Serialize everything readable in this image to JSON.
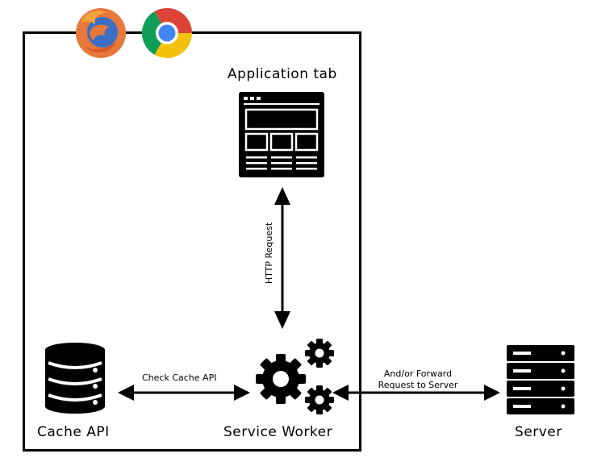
{
  "diagram": {
    "nodes": {
      "application_tab": {
        "label": "Application tab"
      },
      "cache_api": {
        "label": "Cache API"
      },
      "service_worker": {
        "label": "Service Worker"
      },
      "server": {
        "label": "Server"
      }
    },
    "edges": {
      "http_request": {
        "label": "HTTP Request"
      },
      "check_cache": {
        "label": "Check Cache API"
      },
      "forward": {
        "line1": "And/or Forward",
        "line2": "Request to Server"
      }
    },
    "browser_logos": [
      "firefox-logo",
      "chrome-logo"
    ],
    "colors": {
      "stroke": "#000000",
      "firefox_orange": "#e8773a",
      "firefox_blue": "#3a6fc4",
      "chrome_red": "#db4437",
      "chrome_yellow": "#f4c20d",
      "chrome_green": "#0f9d58",
      "chrome_blue": "#4285f4"
    }
  }
}
